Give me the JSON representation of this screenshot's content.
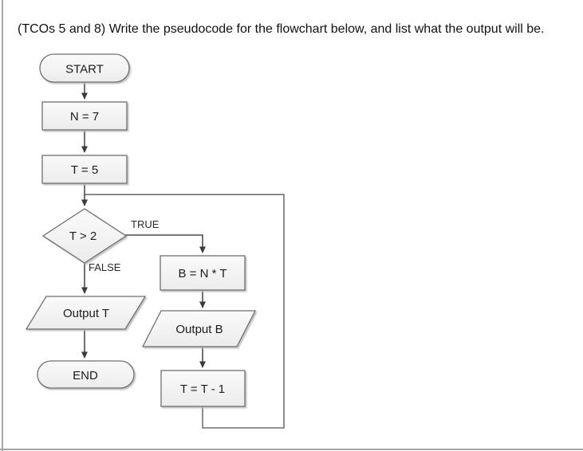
{
  "question": {
    "title": "(TCOs 5 and 8) Write the pseudocode for the flowchart below, and list what the output will be."
  },
  "flowchart": {
    "nodes": {
      "start": "START",
      "set_n": "N = 7",
      "set_t": "T = 5",
      "decision": "T > 2",
      "compute_b": "B = N * T",
      "output_b": "Output B",
      "decrement_t": "T = T - 1",
      "output_t": "Output T",
      "end": "END"
    },
    "branch_labels": {
      "true": "TRUE",
      "false": "FALSE"
    },
    "edges": [
      {
        "from": "start",
        "to": "set_n"
      },
      {
        "from": "set_n",
        "to": "set_t"
      },
      {
        "from": "set_t",
        "to": "decision"
      },
      {
        "from": "decision",
        "to": "compute_b",
        "label": "TRUE"
      },
      {
        "from": "compute_b",
        "to": "output_b"
      },
      {
        "from": "output_b",
        "to": "decrement_t"
      },
      {
        "from": "decrement_t",
        "to": "decision",
        "type": "loop-back"
      },
      {
        "from": "decision",
        "to": "output_t",
        "label": "FALSE"
      },
      {
        "from": "output_t",
        "to": "end"
      }
    ],
    "colors": {
      "shape_fill_top": "#fafafa",
      "shape_fill_bottom": "#ececec",
      "shape_border": "#6f6f6f",
      "connector": "#4c4c4c",
      "text": "#1c1c1c",
      "page_border": "#a6a6a6"
    }
  }
}
